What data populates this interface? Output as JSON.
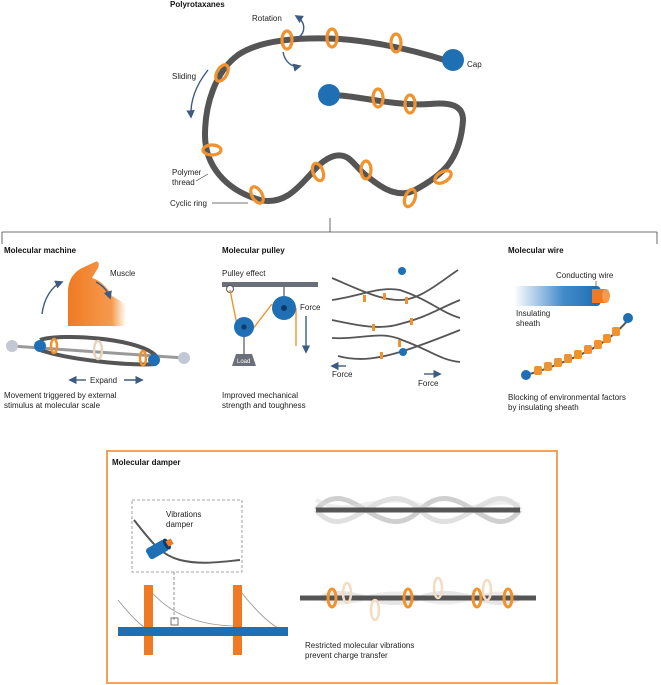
{
  "top": {
    "title": "Polyrotaxanes",
    "rotation": "Rotation",
    "sliding": "Sliding",
    "cap": "Cap",
    "polymer_thread_1": "Polymer",
    "polymer_thread_2": "thread",
    "cyclic_ring": "Cyclic ring"
  },
  "machine": {
    "title": "Molecular machine",
    "muscle": "Muscle",
    "expand": "Expand",
    "caption_1": "Movement triggered by external",
    "caption_2": "stimulus at molecular scale"
  },
  "pulley": {
    "title": "Molecular pulley",
    "pulley_effect": "Pulley effect",
    "force_top": "Force",
    "load": "Load",
    "force_left": "Force",
    "force_right": "Force",
    "caption_1": "Improved mechanical",
    "caption_2": "strength and toughness"
  },
  "wire": {
    "title": "Molecular wire",
    "conducting_wire": "Conducting wire",
    "insulating_1": "Insulating",
    "insulating_2": "sheath",
    "caption_1": "Blocking of environmental factors",
    "caption_2": "by insulating sheath"
  },
  "damper": {
    "title": "Molecular damper",
    "vibrations_1": "Vibrations",
    "vibrations_2": "damper",
    "caption_1": "Restricted molecular vibrations",
    "caption_2": "prevent charge transfer"
  },
  "colors": {
    "thread": "#555555",
    "ring": "#f0922e",
    "cap": "#1f6fb4",
    "frame": "#f2a25e",
    "arrow": "#3d5a80"
  }
}
